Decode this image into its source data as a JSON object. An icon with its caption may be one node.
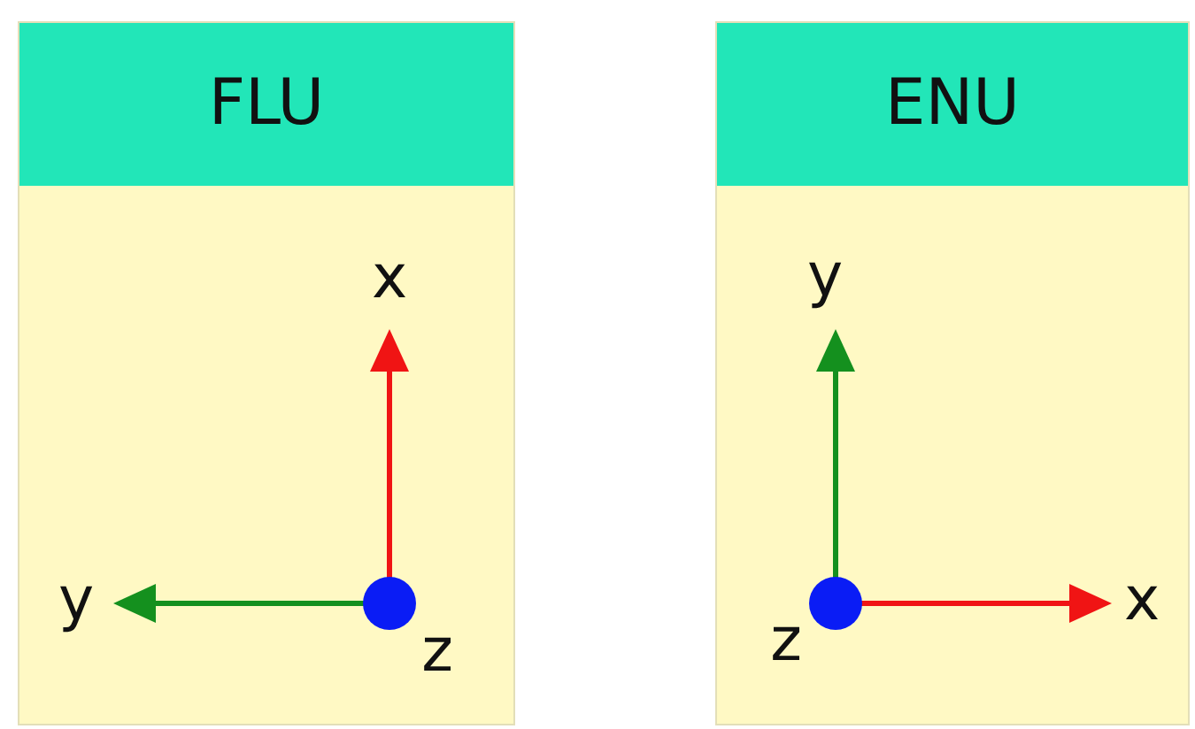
{
  "diagram": {
    "nodes": [
      {
        "text": [
          "FLU"
        ]
      },
      {
        "text": [
          "ENU"
        ]
      }
    ],
    "labels": [
      "x",
      "y",
      "z",
      "y",
      "z",
      "x"
    ]
  }
}
